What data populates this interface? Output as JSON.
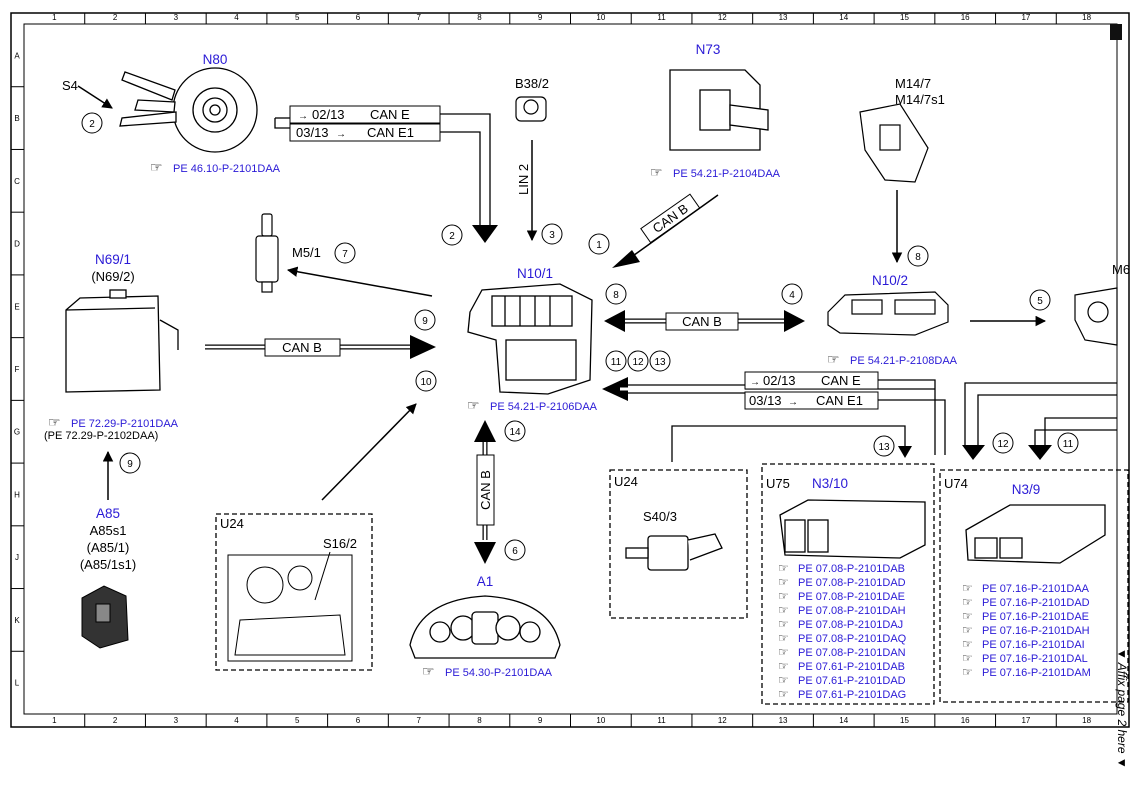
{
  "grid": {
    "columns": [
      "1",
      "2",
      "3",
      "4",
      "5",
      "6",
      "7",
      "8",
      "9",
      "10",
      "11",
      "12",
      "13",
      "14",
      "15",
      "16",
      "17",
      "18"
    ],
    "rows": [
      "A",
      "B",
      "C",
      "D",
      "E",
      "F",
      "G",
      "H",
      "J",
      "K",
      "L"
    ]
  },
  "colors": {
    "component_label": "#2a1ad6",
    "line": "#000000"
  },
  "components": {
    "n80": {
      "name": "N80",
      "ref": "PE 46.10-P-2101DAA"
    },
    "s4": {
      "name": "S4"
    },
    "b38_2": {
      "name": "B38/2"
    },
    "n73": {
      "name": "N73",
      "ref": "PE 54.21-P-2104DAA"
    },
    "m14_7": {
      "name1": "M14/7",
      "name2": "M14/7s1"
    },
    "m5_1": {
      "name": "M5/1"
    },
    "n10_1": {
      "name": "N10/1",
      "ref": "PE 54.21-P-2106DAA"
    },
    "n10_2": {
      "name": "N10/2",
      "ref": "PE 54.21-P-2108DAA"
    },
    "m6": {
      "name": "M6"
    },
    "n69_1": {
      "name": "N69/1",
      "alt": "(N69/2)",
      "ref1": "PE 72.29-P-2101DAA",
      "ref2": "(PE 72.29-P-2102DAA)"
    },
    "a85": {
      "name": "A85",
      "alt1": "A85s1",
      "alt2": "(A85/1)",
      "alt3": "(A85/1s1)"
    },
    "u24_left": {
      "group": "U24",
      "name": "S16/2"
    },
    "a1": {
      "name": "A1",
      "ref": "PE 54.30-P-2101DAA"
    },
    "u24_mid": {
      "group": "U24",
      "name": "S40/3"
    },
    "n3_10": {
      "group": "U75",
      "name": "N3/10",
      "refs": [
        "PE 07.08-P-2101DAB",
        "PE 07.08-P-2101DAD",
        "PE 07.08-P-2101DAE",
        "PE 07.08-P-2101DAH",
        "PE 07.08-P-2101DAJ",
        "PE 07.08-P-2101DAQ",
        "PE 07.08-P-2101DAN",
        "PE 07.61-P-2101DAB",
        "PE 07.61-P-2101DAD",
        "PE 07.61-P-2101DAG"
      ]
    },
    "n3_9": {
      "group": "U74",
      "name": "N3/9",
      "refs": [
        "PE 07.16-P-2101DAA",
        "PE 07.16-P-2101DAD",
        "PE 07.16-P-2101DAE",
        "PE 07.16-P-2101DAH",
        "PE 07.16-P-2101DAI",
        "PE 07.16-P-2101DAL",
        "PE 07.16-P-2101DAM"
      ]
    }
  },
  "bus": {
    "can_e_label": "CAN E",
    "can_e1_label": "CAN E1",
    "can_b_label": "CAN B",
    "lin2_label": "LIN 2",
    "pin_02_13": "02/13",
    "pin_03_13": "03/13"
  },
  "callouts": [
    "1",
    "2",
    "3",
    "4",
    "5",
    "6",
    "7",
    "8",
    "9",
    "10",
    "11",
    "12",
    "13",
    "14"
  ],
  "side_note": "▼ Affix page 2 here ▼"
}
